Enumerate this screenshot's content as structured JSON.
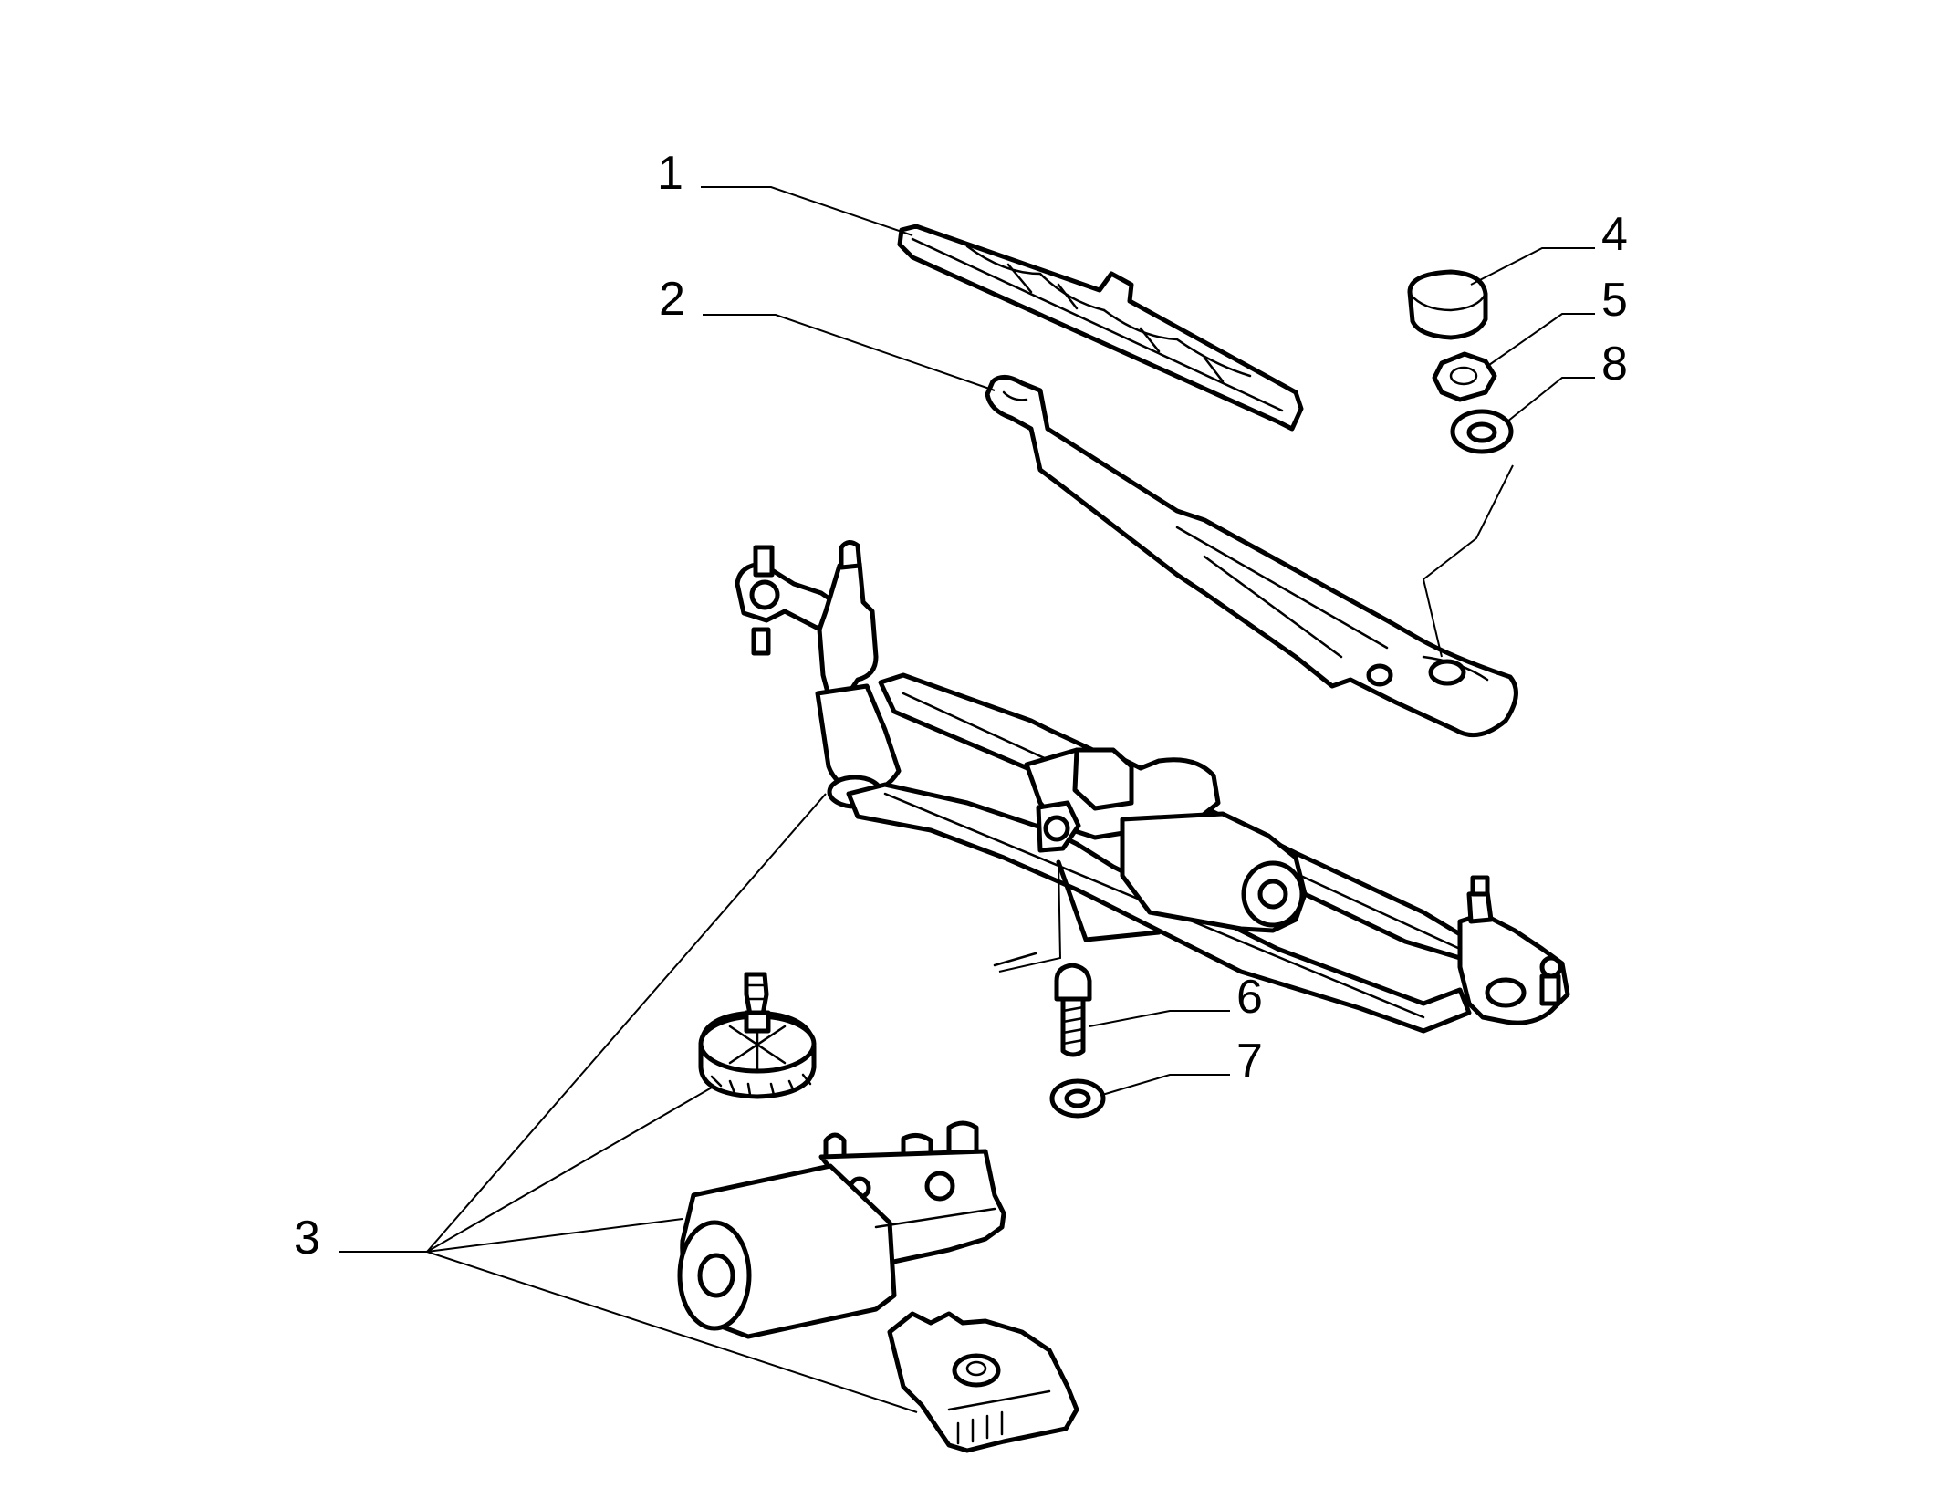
{
  "callouts": {
    "c1": "1",
    "c2": "2",
    "c3": "3",
    "c4": "4",
    "c5": "5",
    "c6": "6",
    "c7": "7",
    "c8": "8"
  },
  "colors": {
    "ink": "#000000",
    "paper": "#ffffff"
  }
}
